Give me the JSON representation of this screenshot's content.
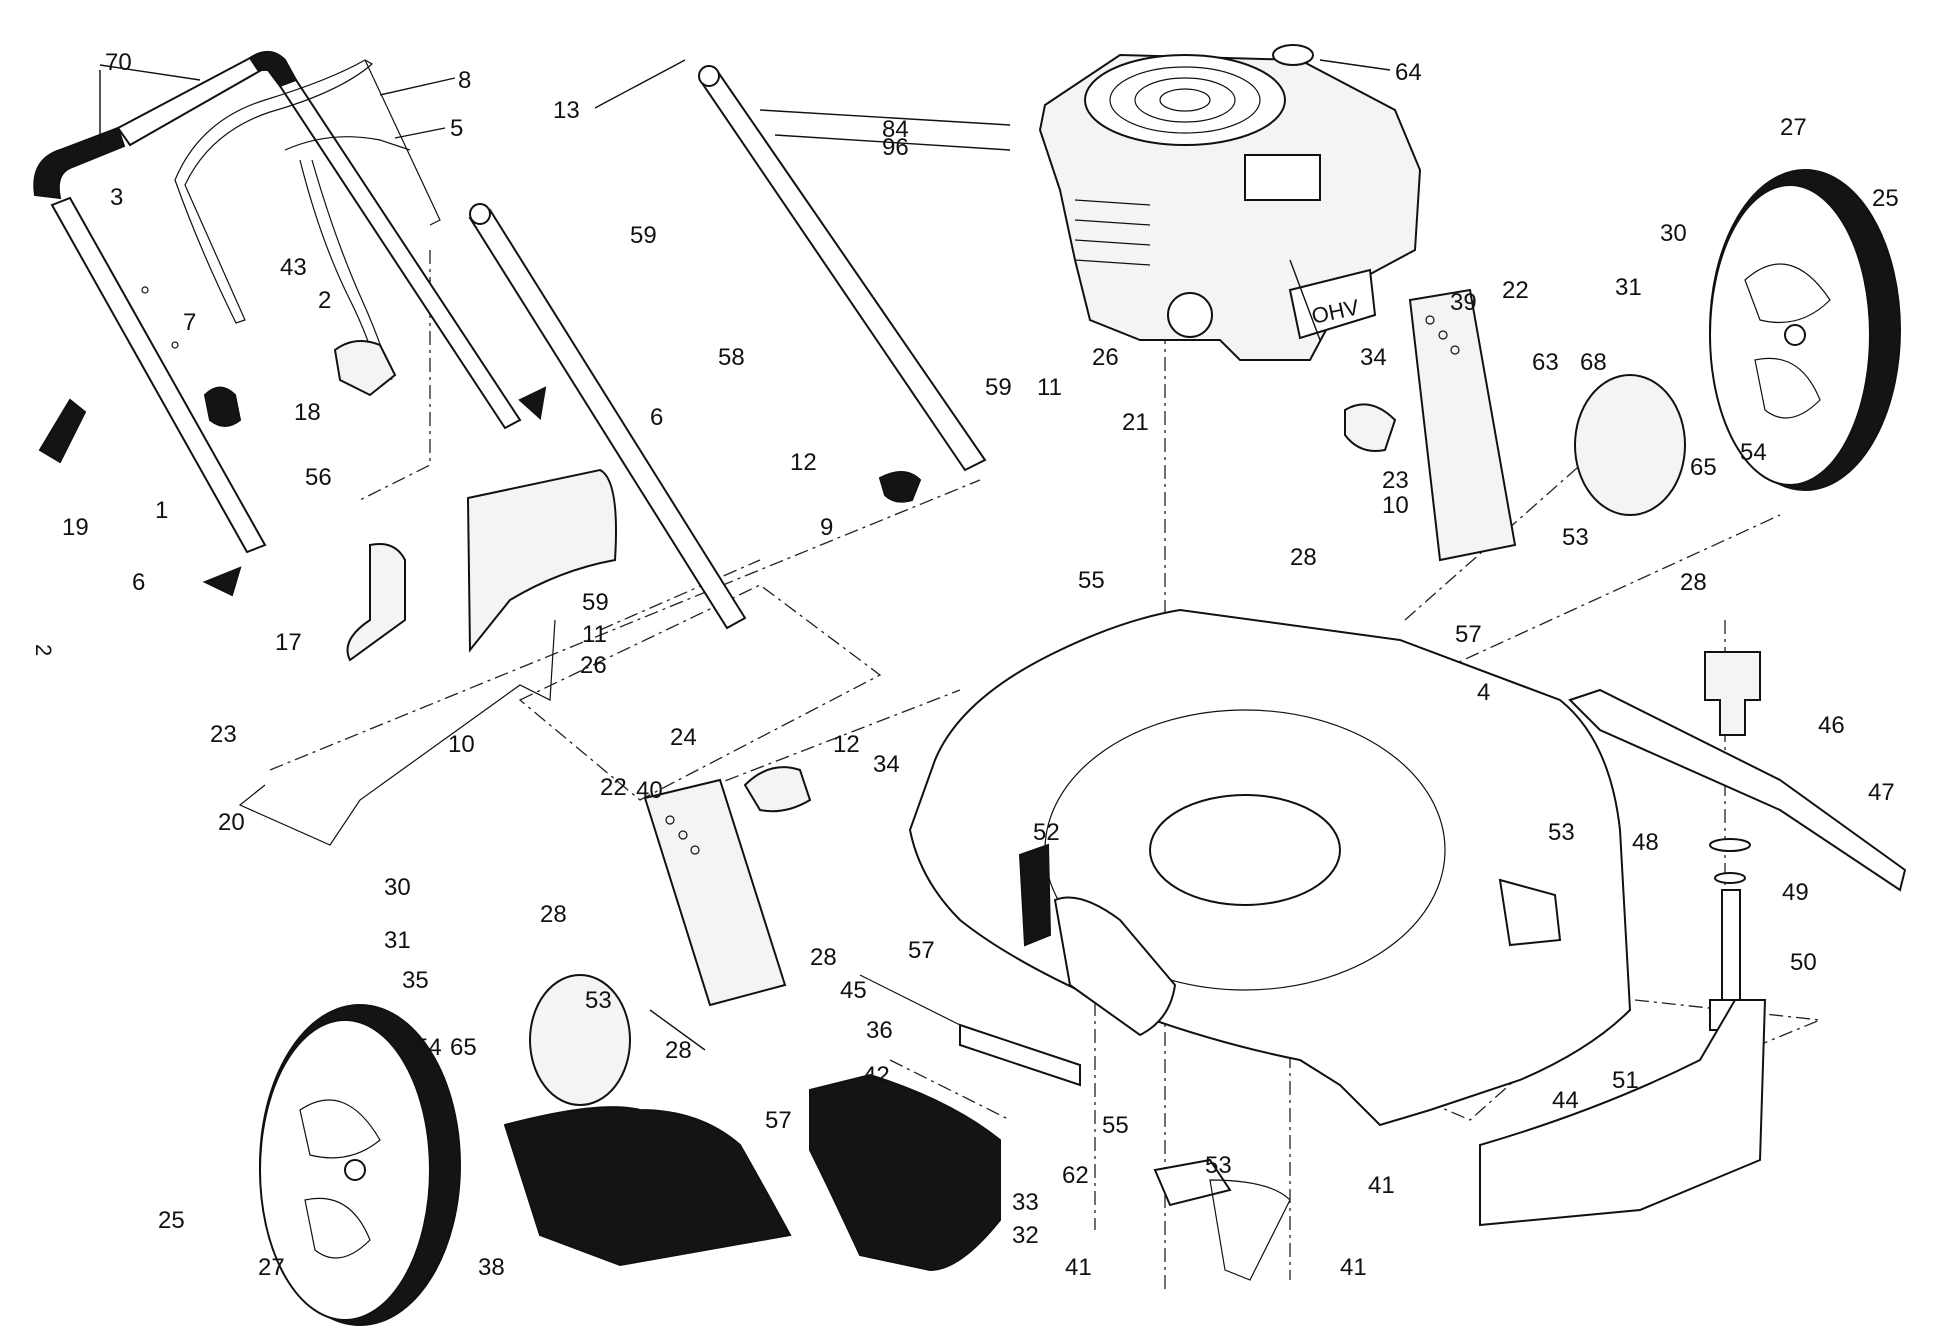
{
  "page_number": "2",
  "callouts": [
    {
      "text": "70"
    },
    {
      "text": "8"
    },
    {
      "text": "5"
    },
    {
      "text": "13"
    },
    {
      "text": "84"
    },
    {
      "text": "64"
    },
    {
      "text": "96"
    },
    {
      "text": "3"
    },
    {
      "text": "7"
    },
    {
      "text": "43"
    },
    {
      "text": "59"
    },
    {
      "text": "2"
    },
    {
      "text": "58"
    },
    {
      "text": "27"
    },
    {
      "text": "25"
    },
    {
      "text": "30"
    },
    {
      "text": "31"
    },
    {
      "text": "39"
    },
    {
      "text": "22"
    },
    {
      "text": "63"
    },
    {
      "text": "68"
    },
    {
      "text": "34"
    },
    {
      "text": "18"
    },
    {
      "text": "6"
    },
    {
      "text": "59"
    },
    {
      "text": "11"
    },
    {
      "text": "26"
    },
    {
      "text": "21"
    },
    {
      "text": "19"
    },
    {
      "text": "1"
    },
    {
      "text": "56"
    },
    {
      "text": "12"
    },
    {
      "text": "23"
    },
    {
      "text": "10"
    },
    {
      "text": "54"
    },
    {
      "text": "65"
    },
    {
      "text": "53"
    },
    {
      "text": "28"
    },
    {
      "text": "6"
    },
    {
      "text": "9"
    },
    {
      "text": "28"
    },
    {
      "text": "55"
    },
    {
      "text": "17"
    },
    {
      "text": "59"
    },
    {
      "text": "11"
    },
    {
      "text": "26"
    },
    {
      "text": "57"
    },
    {
      "text": "4"
    },
    {
      "text": "24"
    },
    {
      "text": "23"
    },
    {
      "text": "10"
    },
    {
      "text": "12"
    },
    {
      "text": "34"
    },
    {
      "text": "46"
    },
    {
      "text": "47"
    },
    {
      "text": "20"
    },
    {
      "text": "22"
    },
    {
      "text": "40"
    },
    {
      "text": "52"
    },
    {
      "text": "53"
    },
    {
      "text": "48"
    },
    {
      "text": "49"
    },
    {
      "text": "30"
    },
    {
      "text": "28"
    },
    {
      "text": "31"
    },
    {
      "text": "57"
    },
    {
      "text": "28"
    },
    {
      "text": "45"
    },
    {
      "text": "50"
    },
    {
      "text": "35"
    },
    {
      "text": "53"
    },
    {
      "text": "36"
    },
    {
      "text": "54"
    },
    {
      "text": "65"
    },
    {
      "text": "28"
    },
    {
      "text": "42"
    },
    {
      "text": "44"
    },
    {
      "text": "51"
    },
    {
      "text": "57"
    },
    {
      "text": "55"
    },
    {
      "text": "53"
    },
    {
      "text": "62"
    },
    {
      "text": "41"
    },
    {
      "text": "25"
    },
    {
      "text": "33"
    },
    {
      "text": "32"
    },
    {
      "text": "27"
    },
    {
      "text": "38"
    },
    {
      "text": "41"
    },
    {
      "text": "41"
    }
  ],
  "engine_mark": "OHV",
  "colors": {
    "ink": "#111111",
    "paper": "#ffffff",
    "part_fill": "#f4f4f4"
  }
}
